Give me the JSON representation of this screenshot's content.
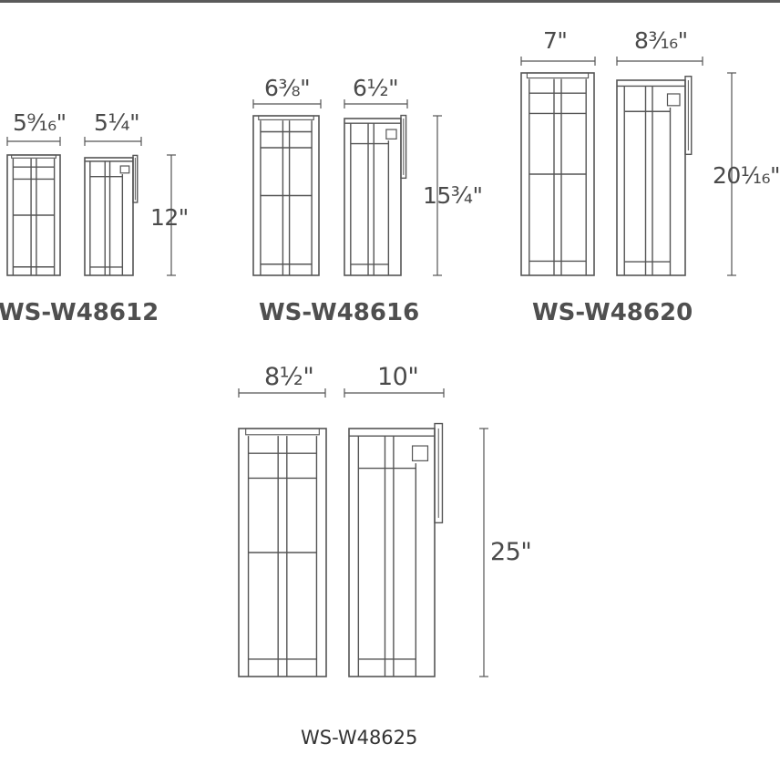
{
  "products": [
    {
      "model": "WS-W48612",
      "width_front": "5⁹⁄₁₆\"",
      "width_side": "5¼\"",
      "height": "12\""
    },
    {
      "model": "WS-W48616",
      "width_front": "6⅜\"",
      "width_side": "6½\"",
      "height": "15¾\""
    },
    {
      "model": "WS-W48620",
      "width_front": "7\"",
      "width_side": "8³⁄₁₆\"",
      "height": "20¹⁄₁₆\""
    },
    {
      "model": "WS-W48625",
      "width_front": "8½\"",
      "width_side": "10\"",
      "height": "25\""
    }
  ],
  "colors": {
    "line": "#555555",
    "text": "#4a4a4a",
    "frame": "#6a6a6a"
  }
}
